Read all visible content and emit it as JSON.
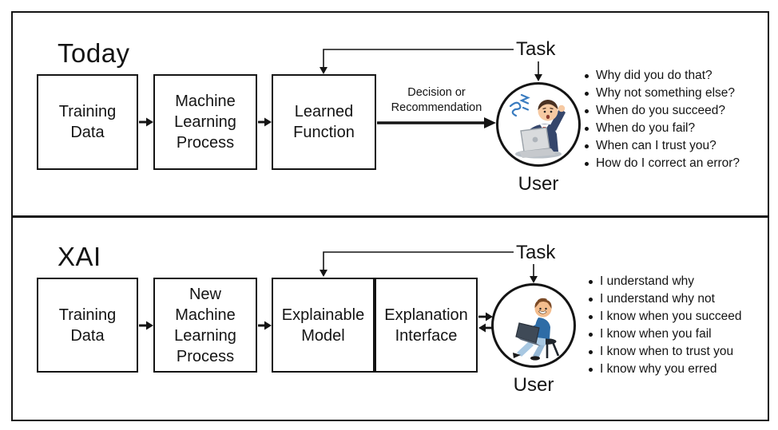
{
  "today": {
    "title": "Today",
    "boxes": [
      "Training\nData",
      "Machine\nLearning\nProcess",
      "Learned\nFunction"
    ],
    "task_label": "Task",
    "flow_label": "Decision or\nRecommendation",
    "user_label": "User",
    "user_icon": "confused-user-at-laptop-icon",
    "questions": [
      "Why did you do that?",
      "Why not something else?",
      "When do you succeed?",
      "When do you fail?",
      "When can I trust you?",
      "How do I correct an error?"
    ]
  },
  "xai": {
    "title": "XAI",
    "boxes": [
      "Training\nData",
      "New\nMachine\nLearning\nProcess",
      "Explainable\nModel",
      "Explanation\nInterface"
    ],
    "task_label": "Task",
    "user_label": "User",
    "user_icon": "happy-user-at-laptop-icon",
    "statements": [
      "I understand why",
      "I understand why not",
      "I know when you succeed",
      "I know when you fail",
      "I know when to trust you",
      "I know why you erred"
    ]
  },
  "colors": {
    "line": "#141414",
    "background": "#ffffff",
    "squiggle_blue": "#3a7cc0",
    "suit_navy": "#35466b",
    "tie_red": "#c0392b",
    "skin": "#f6c9a2",
    "shirt_blue": "#2e6ca6",
    "jeans_blue": "#a8c8e2",
    "laptop_gray": "#d9dbdd",
    "laptop_dark": "#3f4a57"
  }
}
